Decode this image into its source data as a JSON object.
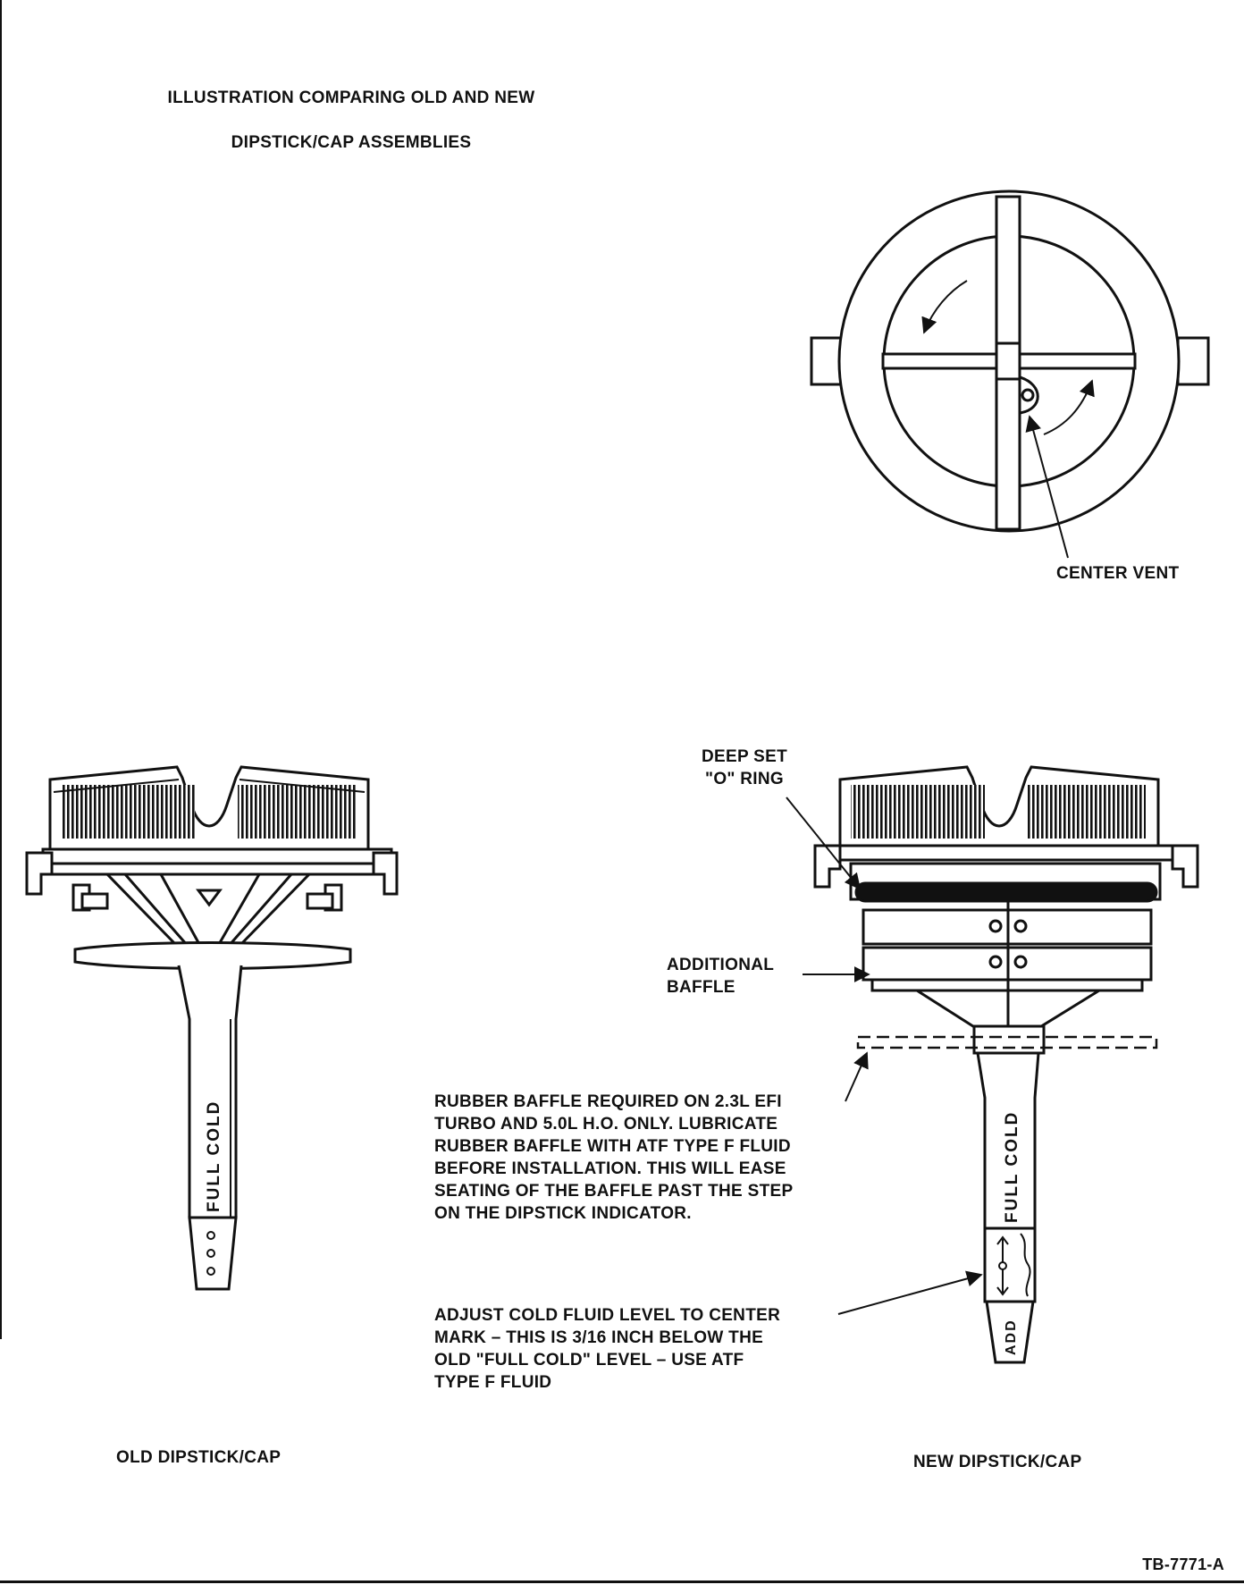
{
  "title": {
    "line1": "ILLUSTRATION COMPARING OLD AND NEW",
    "line2": "DIPSTICK/CAP ASSEMBLIES"
  },
  "labels": {
    "center_vent": "CENTER VENT",
    "deep_set_o_ring": "DEEP SET\n\"O\" RING",
    "additional_baffle": "ADDITIONAL\nBAFFLE",
    "rubber_baffle_note": "RUBBER BAFFLE REQUIRED ON 2.3L EFI\nTURBO AND 5.0L H.O. ONLY. LUBRICATE\nRUBBER BAFFLE WITH ATF TYPE F FLUID\nBEFORE INSTALLATION. THIS WILL EASE\nSEATING OF THE BAFFLE PAST THE STEP\nON THE DIPSTICK INDICATOR.",
    "adjust_note": "ADJUST COLD FLUID LEVEL TO CENTER\nMARK – THIS IS 3/16 INCH BELOW THE\nOLD \"FULL COLD\" LEVEL – USE ATF\nTYPE F FLUID",
    "old_dipstick_cap": "OLD DIPSTICK/CAP",
    "new_dipstick_cap": "NEW DIPSTICK/CAP",
    "figure_id": "TB-7771-A"
  },
  "dipstick_marks": {
    "old_full_cold": "FULL COLD",
    "new_full_cold": "FULL COLD",
    "new_add": "ADD"
  }
}
